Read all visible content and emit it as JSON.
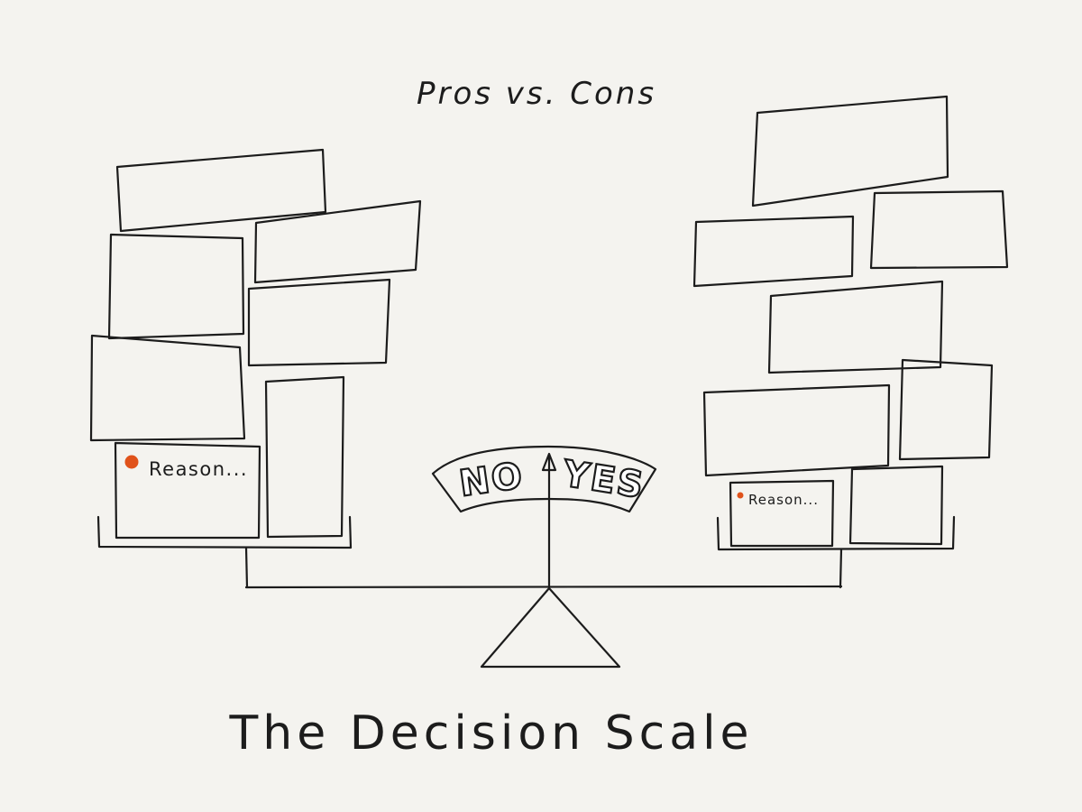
{
  "header": {
    "subtitle": "Pros vs. Cons"
  },
  "footer": {
    "title": "The Decision Scale"
  },
  "gauge": {
    "no_label": "NO",
    "yes_label": "YES"
  },
  "left_pan": {
    "reason_label": "Reason..."
  },
  "right_pan": {
    "reason_label": "Reason..."
  },
  "colors": {
    "background": "#f4f3ef",
    "ink": "#1c1c1c",
    "bullet": "#e0521a"
  }
}
